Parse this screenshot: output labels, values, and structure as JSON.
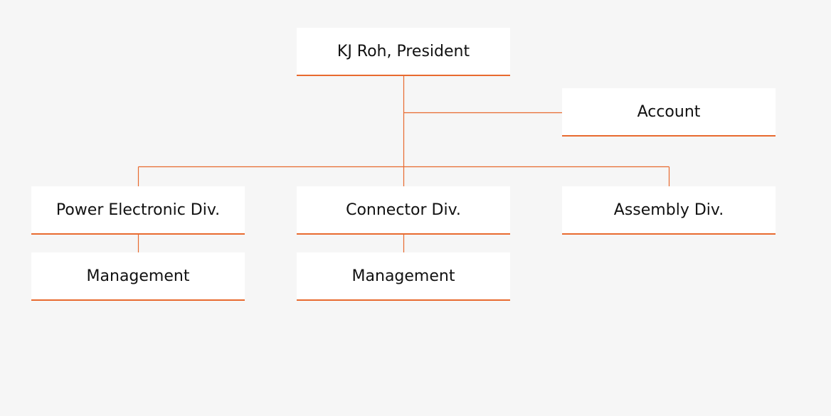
{
  "org_chart": {
    "president": "KJ Roh, President",
    "account": "Account",
    "divisions": [
      {
        "name": "Power Electronic Div.",
        "sub": "Management"
      },
      {
        "name": "Connector Div.",
        "sub": "Management"
      },
      {
        "name": "Assembly Div."
      }
    ]
  },
  "colors": {
    "accent": "#e86a2f",
    "background": "#f6f6f6",
    "node_bg": "#ffffff",
    "text": "#111111"
  }
}
